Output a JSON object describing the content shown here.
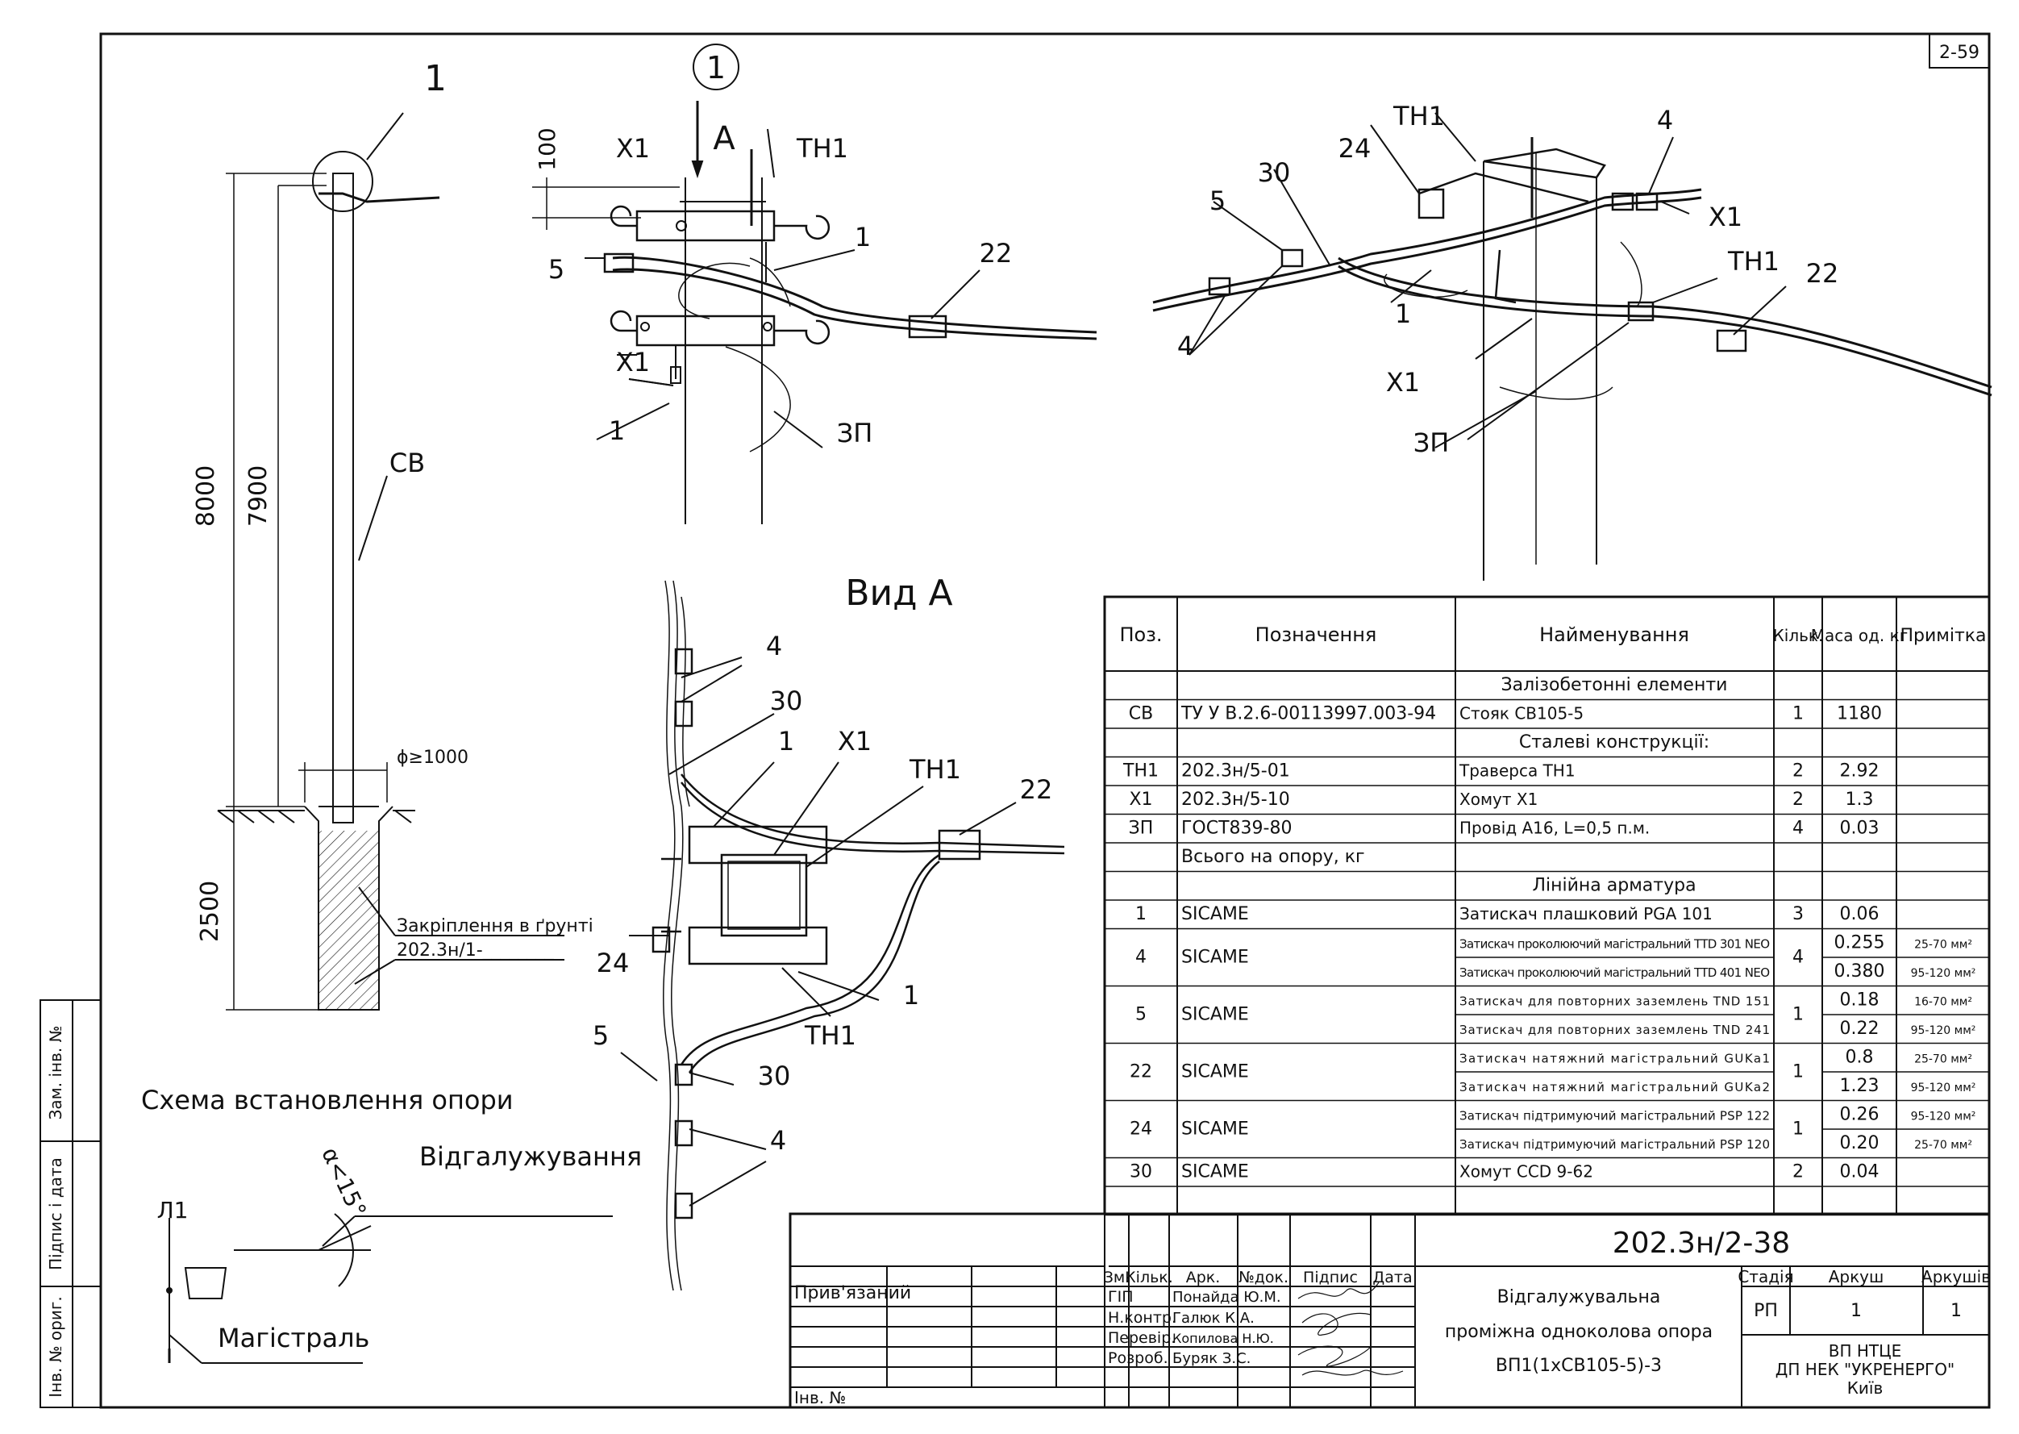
{
  "sheet_code": "2-59",
  "callout_1": "1",
  "dims": {
    "d100": "100",
    "d8000": "8000",
    "d7900": "7900",
    "d2500": "2500",
    "phi": "ϕ≥1000"
  },
  "labels": {
    "A": "A",
    "CB": "СВ",
    "X1": "X1",
    "TH1": "ТН1",
    "ZP": "ЗП",
    "p1": "1",
    "p4": "4",
    "p5": "5",
    "p22": "22",
    "p24": "24",
    "p30": "30"
  },
  "fixing": {
    "line1": "Закріплення в ґрунті",
    "line2": "202.3н/1-________"
  },
  "view_a_title": "Вид А",
  "scheme": {
    "title": "Схема встановлення опори",
    "branch": "Відгалужування",
    "angle": "α<15°",
    "main": "Магістраль",
    "l1": "Л1"
  },
  "side_stamp": [
    "Інв. № ориг.",
    "Підпис і дата",
    "Зам. інв. №"
  ],
  "spec": {
    "headers": [
      "Поз.",
      "Позначення",
      "Найменування",
      "Кільк.",
      "Маса од. кг",
      "Примітка"
    ],
    "rows": [
      {
        "section": "Залізобетонні елементи"
      },
      {
        "pos": "СВ",
        "des": "ТУ У В.2.6-00113997.003-94",
        "name": "Стояк СВ105-5",
        "qty": "1",
        "mass": "1180",
        "note": ""
      },
      {
        "section": "Сталеві конструкції:"
      },
      {
        "pos": "ТН1",
        "des": "202.3н/5-01",
        "name": "Траверса ТН1",
        "qty": "2",
        "mass": "2.92",
        "note": ""
      },
      {
        "pos": "Х1",
        "des": "202.3н/5-10",
        "name": "Хомут Х1",
        "qty": "2",
        "mass": "1.3",
        "note": ""
      },
      {
        "pos": "ЗП",
        "des": "ГОСТ839-80",
        "name": "Провід А16, L=0,5 п.м.",
        "qty": "4",
        "mass": "0.03",
        "note": ""
      },
      {
        "pos": "",
        "des": "Всього на опору, кг",
        "name": "",
        "qty": "",
        "mass": "",
        "note": ""
      },
      {
        "section": "Лінійна арматура"
      },
      {
        "pos": "1",
        "des": "SICAME",
        "name": "Затискач плашковий PGA 101",
        "qty": "3",
        "mass": "0.06",
        "note": ""
      },
      {
        "pos": "4",
        "des": "SICAME",
        "name": "Затискач проколюючий магістральний TTD 301 NEO",
        "qty": "4",
        "mass": "0.255",
        "note": "25-70 мм²",
        "pair": true
      },
      {
        "pos": "",
        "des": "",
        "name": "Затискач проколюючий магістральний TTD 401 NEO",
        "qty": "",
        "mass": "0.380",
        "note": "95-120 мм²",
        "pairb": true
      },
      {
        "pos": "5",
        "des": "SICAME",
        "name": "Затискач для повторних заземлень TND 151",
        "qty": "1",
        "mass": "0.18",
        "note": "16-70 мм²",
        "pair": true
      },
      {
        "pos": "",
        "des": "",
        "name": "Затискач для повторних заземлень TND 241",
        "qty": "",
        "mass": "0.22",
        "note": "95-120 мм²",
        "pairb": true
      },
      {
        "pos": "22",
        "des": "SICAME",
        "name": "Затискач натяжний магістральний GUKa1",
        "qty": "1",
        "mass": "0.8",
        "note": "25-70 мм²",
        "pair": true
      },
      {
        "pos": "",
        "des": "",
        "name": "Затискач натяжний магістральний GUKa2",
        "qty": "",
        "mass": "1.23",
        "note": "95-120 мм²",
        "pairb": true
      },
      {
        "pos": "24",
        "des": "SICAME",
        "name": "Затискач підтримуючий магістральний PSP 122",
        "qty": "1",
        "mass": "0.26",
        "note": "95-120 мм²",
        "pair": true
      },
      {
        "pos": "",
        "des": "",
        "name": "Затискач підтримуючий магістральний PSP 120",
        "qty": "",
        "mass": "0.20",
        "note": "25-70 мм²",
        "pairb": true
      },
      {
        "pos": "30",
        "des": "SICAME",
        "name": "Хомут CCD 9-62",
        "qty": "2",
        "mass": "0.04",
        "note": ""
      },
      {
        "pos": "",
        "des": "",
        "name": "",
        "qty": "",
        "mass": "",
        "note": ""
      }
    ]
  },
  "title_block": {
    "doc_code": "202.3н/2-38",
    "attached": "Прив'язаний",
    "inv_no": "Інв. №",
    "head": [
      "Зм.",
      "Кільк.",
      "Арк.",
      "№док.",
      "Підпис",
      "Дата"
    ],
    "roles": [
      "ГІП",
      "Н.контр.",
      "Перевір.",
      "Розроб."
    ],
    "names": [
      "Понайда Ю.М.",
      "Галюк К.А.",
      "Копилова Н.Ю.",
      "Буряк З.С."
    ],
    "title_lines": [
      "Відгалужувальна",
      "проміжна одноколова опора",
      "ВП1(1хСВ105-5)-3"
    ],
    "stage_head": [
      "Стадія",
      "Аркуш",
      "Аркушів"
    ],
    "stage_vals": [
      "РП",
      "1",
      "1"
    ],
    "org": [
      "ВП НТЦЕ",
      "ДП НЕК \"УКРЕНЕРГО\"",
      "Київ"
    ]
  }
}
